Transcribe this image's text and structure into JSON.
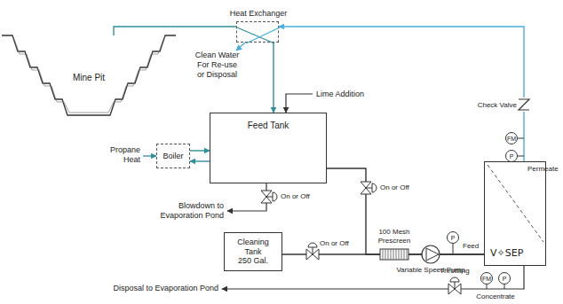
{
  "diagram": {
    "nodes": [
      {
        "text": [
          "Heat Exchanger"
        ]
      },
      {
        "text": [
          "Mine Pit"
        ]
      },
      {
        "text": [
          "Feed Tank"
        ]
      },
      {
        "text": [
          "FM"
        ]
      },
      {
        "text": [
          "P"
        ]
      },
      {
        "text": [
          "Boiler"
        ]
      },
      {
        "text": [
          "V✧SEP"
        ]
      },
      {
        "text": [
          "Cleaning Tank",
          "250 Gal."
        ]
      },
      {
        "text": [
          "P"
        ]
      },
      {
        "text": [
          "FM"
        ]
      },
      {
        "text": [
          "P"
        ]
      }
    ],
    "edges": [
      {
        "from": 1,
        "to": 0,
        "arrow": "none"
      },
      {
        "from": 0,
        "to": 2,
        "arrow": "to"
      },
      {
        "from": 5,
        "to": 2,
        "arrow": "to"
      },
      {
        "from": 2,
        "to": 5,
        "arrow": "to"
      },
      {
        "from": 2,
        "to": 6,
        "arrow": "none"
      },
      {
        "from": 7,
        "to": 6,
        "arrow": "none"
      },
      {
        "from": 6,
        "to": 0,
        "arrow": "to"
      }
    ],
    "labels": [
      "Lime Addition",
      "Clean Water For Re-use or Disposal",
      "Propane Heat",
      "On or Off",
      "On or Off",
      "Blowdown to Evaporation Pond",
      "Check Valve",
      "Permeate",
      "On or Off",
      "100 Mesh Prescreen",
      "Feed",
      "Variable Speed Pump",
      "Throttling",
      "Disposal to Evaporation Pond",
      "Concentrate"
    ]
  }
}
